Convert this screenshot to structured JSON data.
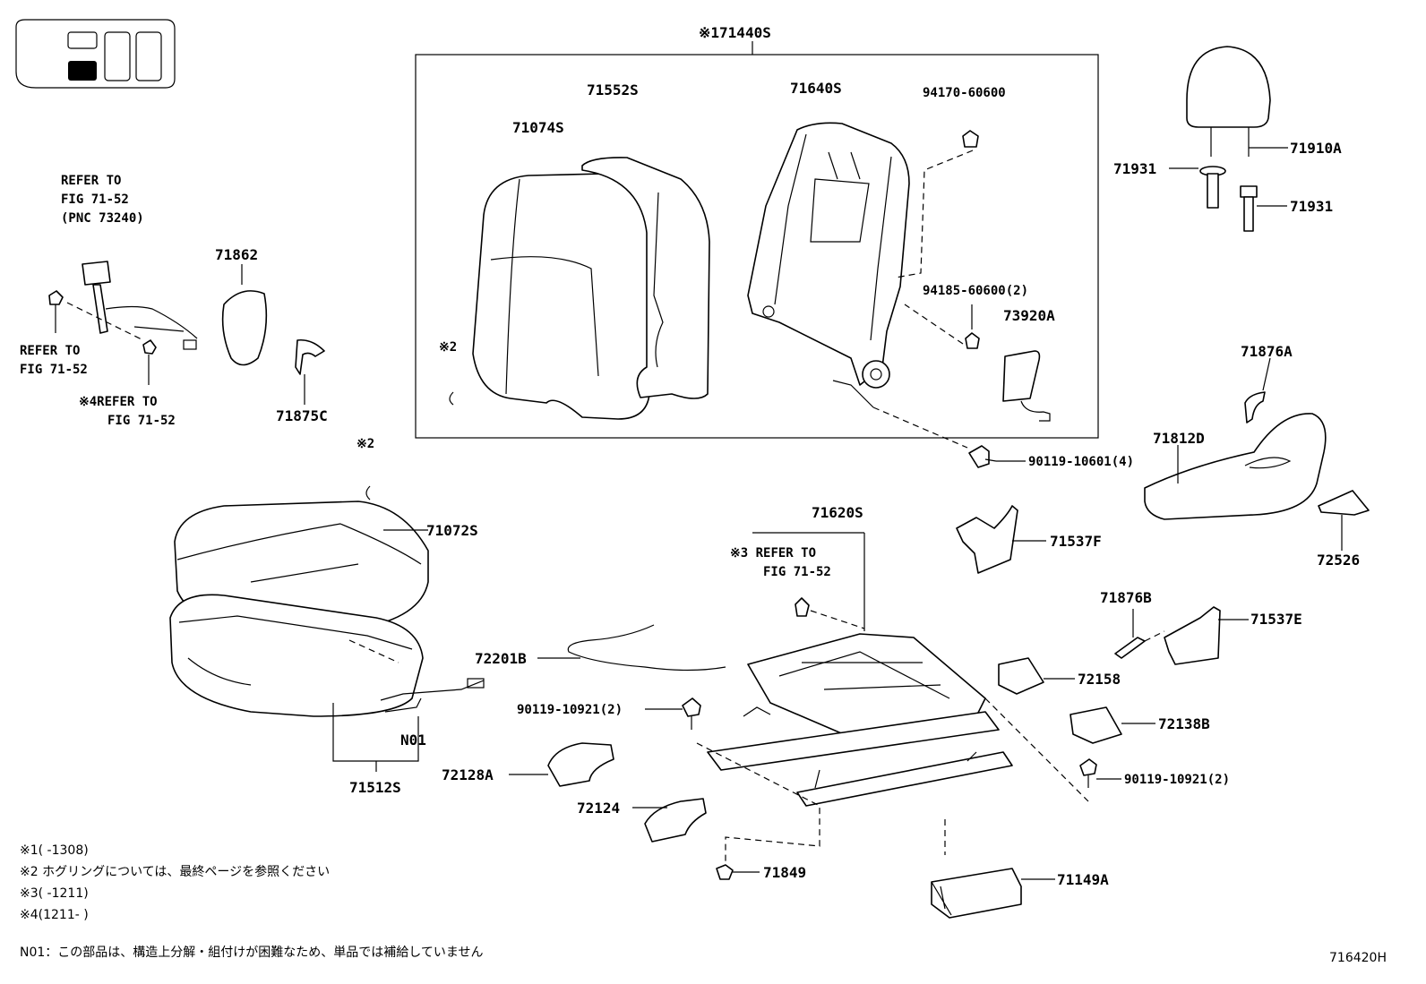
{
  "diagram_id": "716420H",
  "labels": {
    "l71440s": "※171440S",
    "l71552s": "71552S",
    "l71640s": "71640S",
    "l71074s": "71074S",
    "l94170": "94170-60600",
    "l94185": "94185-60600(2)",
    "l73920a": "73920A",
    "m2a": "※2",
    "m2b": "※2",
    "l71910a": "71910A",
    "l71931a": "71931",
    "l71931b": "71931",
    "l71876a": "71876A",
    "l71812d": "71812D",
    "l72526": "72526",
    "l90119_10601": "90119-10601(4)",
    "l71537f": "71537F",
    "l71620s": "71620S",
    "l71876b": "71876B",
    "l71537e": "71537E",
    "l72158": "72158",
    "l72138b": "72138B",
    "l90119_10921_r": "90119-10921(2)",
    "l90119_10921_l": "90119-10921(2)",
    "l72201b": "72201B",
    "l72128a": "72128A",
    "l72124": "72124",
    "l71849": "71849",
    "l71149a": "71149A",
    "l71072s": "71072S",
    "l71512s": "71512S",
    "n01": "N01",
    "l71862": "71862",
    "l71875c": "71875C",
    "refer1a": "REFER TO",
    "refer1b": "FIG 71-52",
    "refer1c": "(PNC 73240)",
    "refer2a": "REFER TO",
    "refer2b": "FIG 71-52",
    "refer3a": "※4REFER TO",
    "refer3b": "FIG 71-52",
    "refer4a": "※3 REFER TO",
    "refer4b": "FIG 71-52"
  },
  "notes": [
    "※1(     -1308)",
    "※2 ホグリングについては、最終ページを参照ください",
    "※3(     -1211)",
    "※4(1211-     )"
  ],
  "footnote": "N01：この部品は、構造上分解・組付けが困難なため、単品では補給していません"
}
